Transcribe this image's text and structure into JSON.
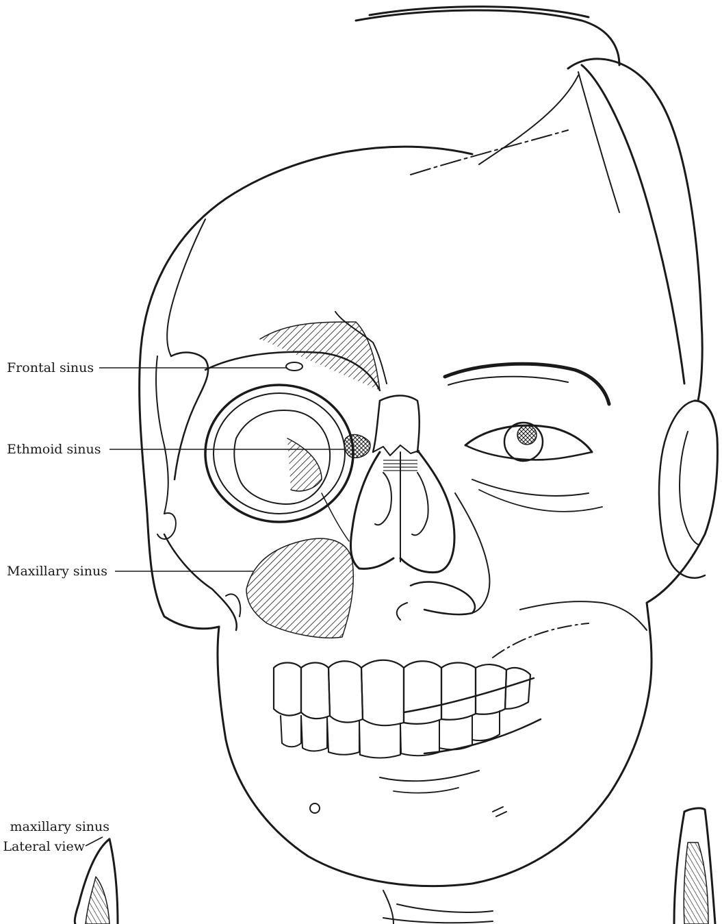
{
  "labels": {
    "frontal_sinus": "Frontal sinus",
    "ethmoid_sinus": "Ethmoid sinus",
    "maxillary_sinus": "Maxillary sinus"
  },
  "inset": {
    "line1": "maxillary sinus",
    "line2": "Lateral view"
  },
  "colors": {
    "ink": "#1a1a1a",
    "background": "#ffffff"
  }
}
